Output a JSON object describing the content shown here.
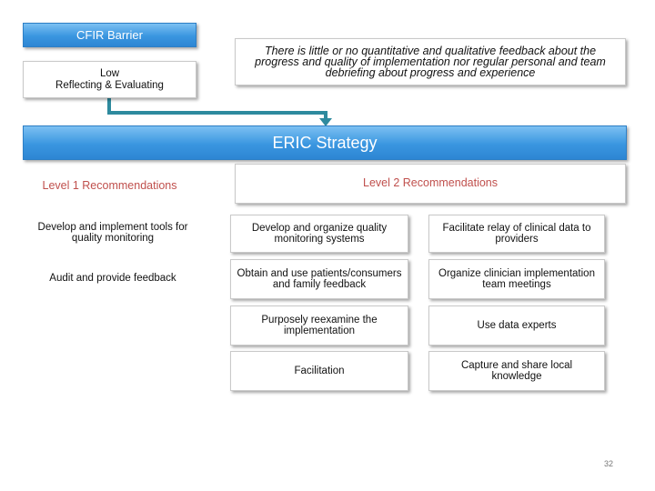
{
  "cfir": {
    "title": "CFIR Barrier",
    "level": "Low",
    "construct": "Reflecting & Evaluating"
  },
  "barrier_description": "There is little or no quantitative and qualitative feedback about the progress and quality of implementation nor regular personal and team debriefing about progress and experience",
  "eric": {
    "title": "ERIC Strategy"
  },
  "level1": {
    "header": "Level 1 Recommendations",
    "items": [
      "Develop and implement tools for quality monitoring",
      "Audit and provide feedback"
    ]
  },
  "level2": {
    "header": "Level 2 Recommendations",
    "items": [
      "Develop and organize quality monitoring systems",
      "Facilitate relay of clinical data to providers",
      "Obtain and use patients/consumers and family feedback",
      "Organize clinician implementation team meetings",
      "Purposely reexamine the implementation",
      "Use data experts",
      "Facilitation",
      "Capture and share local knowledge"
    ]
  },
  "page_number": "32",
  "colors": {
    "header_blue": "#3a96e0",
    "connector": "#2e8a9e",
    "recommendation_header": "#c0504d"
  }
}
